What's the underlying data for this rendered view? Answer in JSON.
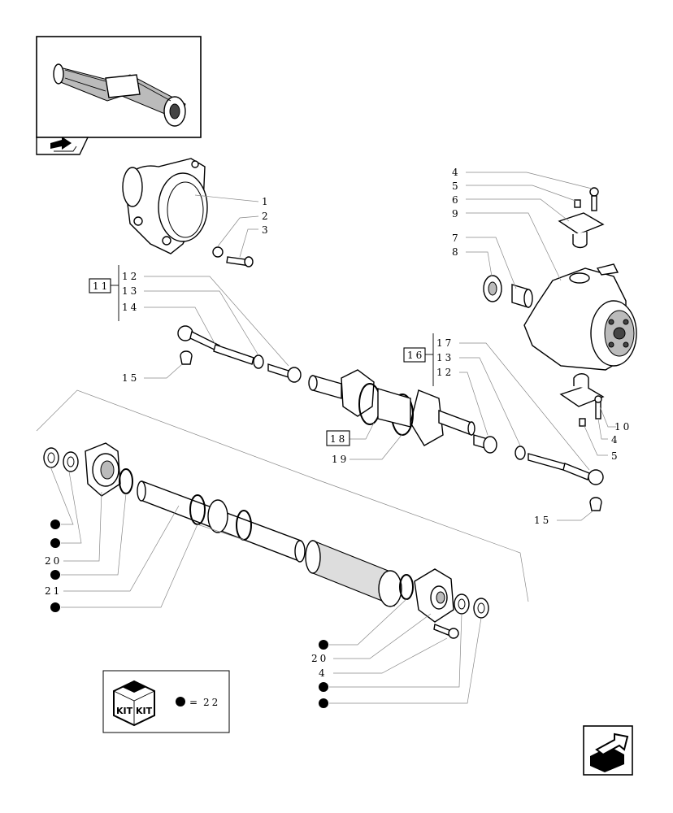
{
  "thumbnail": {
    "icon": "axle-assembly-thumbnail",
    "nav_icon": "page-nav-icon"
  },
  "callouts": {
    "c1": "1",
    "c2": "2",
    "c3": "3",
    "c4a": "4",
    "c5a": "5",
    "c6": "6",
    "c9": "9",
    "c7": "7",
    "c8": "8",
    "c11": "11",
    "c12a": "12",
    "c13a": "13",
    "c14": "14",
    "c15a": "15",
    "c16": "16",
    "c17": "17",
    "c13b": "13",
    "c12b": "12",
    "c10": "10",
    "c4b": "4",
    "c5b": "5",
    "c15b": "15",
    "c18": "18",
    "c19": "19",
    "c20a": "20",
    "c21": "21",
    "c20b": "20",
    "c4c": "4"
  },
  "kit_legend": {
    "badge_text_1": "KIT",
    "badge_text_2": "KIT",
    "equals": "=",
    "value": "22"
  },
  "next_page_icon": "next-page-arrow-icon"
}
